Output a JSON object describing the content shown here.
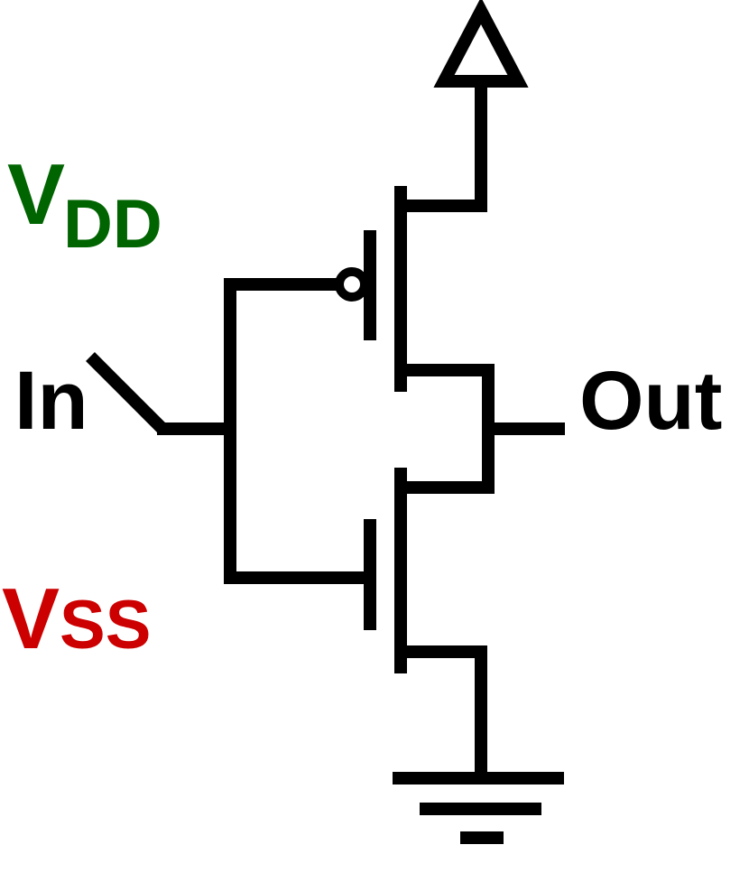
{
  "labels": {
    "vdd": {
      "main": "V",
      "sub": "DD"
    },
    "vss": {
      "main": "V",
      "sub": "SS"
    },
    "in": "In",
    "out": "Out"
  },
  "colors": {
    "wire": "#000000",
    "vdd": "#006400",
    "vss": "#cc0000",
    "background": "#ffffff"
  }
}
